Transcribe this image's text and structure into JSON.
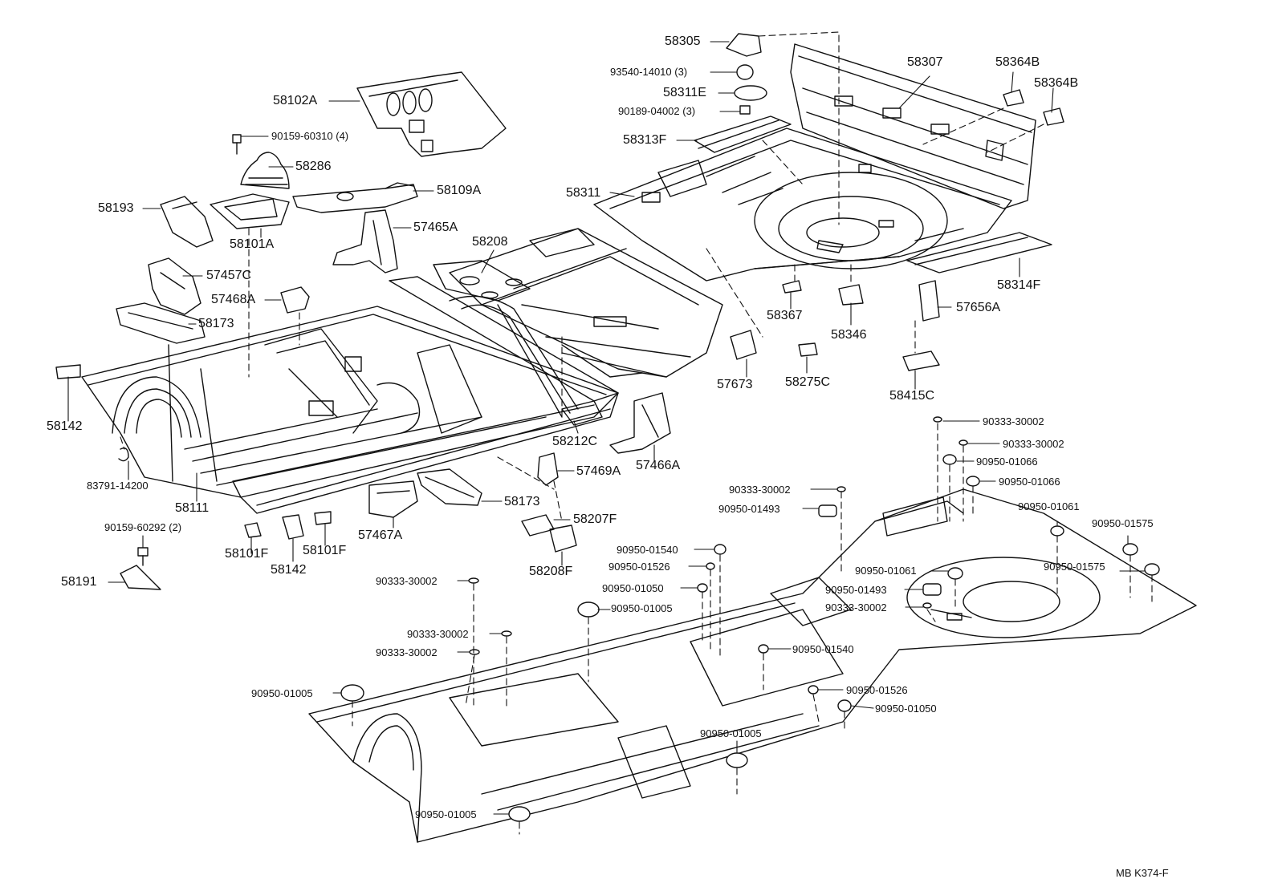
{
  "diagram": {
    "ref_code": "MB  K374-F",
    "ink_color": "#111111",
    "background": "#ffffff",
    "labels": {
      "p58305": "58305",
      "p93540": "93540-14010 (3)",
      "p58311E": "58311E",
      "p90189": "90189-04002 (3)",
      "p58313F": "58313F",
      "p58307": "58307",
      "p58364B_1": "58364B",
      "p58364B_2": "58364B",
      "p58102A": "58102A",
      "p90159_60310": "90159-60310 (4)",
      "p58286": "58286",
      "p58109A": "58109A",
      "p58193": "58193",
      "p58101A": "58101A",
      "p57465A": "57465A",
      "p58311": "58311",
      "p58208": "58208",
      "p57457C": "57457C",
      "p57468A": "57468A",
      "p58173_1": "58173",
      "p58314F": "58314F",
      "p58367": "58367",
      "p58346": "58346",
      "p57656A": "57656A",
      "p57673": "57673",
      "p58275C": "58275C",
      "p58415C": "58415C",
      "p58142_1": "58142",
      "p83791": "83791-14200",
      "p58111": "58111",
      "p58212C": "58212C",
      "p57466A": "57466A",
      "p57469A": "57469A",
      "p58173_2": "58173",
      "p57467A": "57467A",
      "p58207F": "58207F",
      "p58208F": "58208F",
      "p90159_60292": "90159-60292 (2)",
      "p58101F_1": "58101F",
      "p58101F_2": "58101F",
      "p58142_2": "58142",
      "p58191": "58191",
      "p90333_a": "90333-30002",
      "p90333_b": "90333-30002",
      "p90950_01066_a": "90950-01066",
      "p90950_01066_b": "90950-01066",
      "p90333_c": "90333-30002",
      "p90950_01493_a": "90950-01493",
      "p90950_01061_a": "90950-01061",
      "p90950_01575_a": "90950-01575",
      "p90950_01540_a": "90950-01540",
      "p90950_01526_a": "90950-01526",
      "p90950_01061_b": "90950-01061",
      "p90950_01575_b": "90950-01575",
      "p90333_d": "90333-30002",
      "p90950_01050_a": "90950-01050",
      "p90950_01493_b": "90950-01493",
      "p90950_01005_a": "90950-01005",
      "p90333_e": "90333-30002",
      "p90333_f": "90333-30002",
      "p90333_g": "90333-30002",
      "p90950_01540_b": "90950-01540",
      "p90950_01005_b": "90950-01005",
      "p90950_01526_b": "90950-01526",
      "p90950_01050_b": "90950-01050",
      "p90950_01005_c": "90950-01005",
      "p90950_01005_d": "90950-01005"
    }
  }
}
